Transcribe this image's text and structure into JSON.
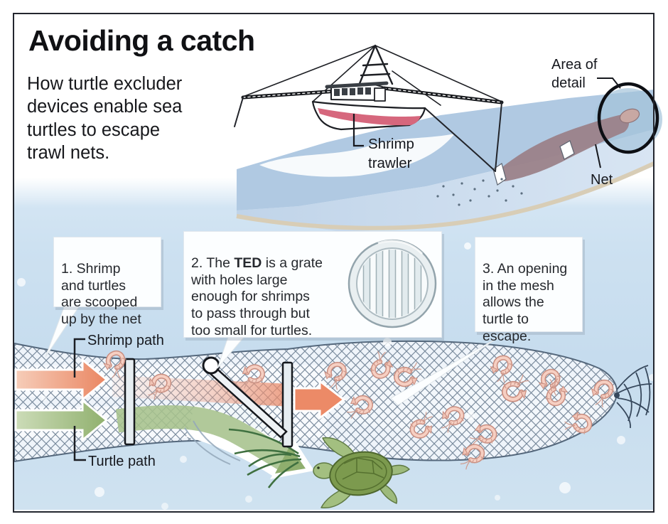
{
  "title": "Avoiding a catch",
  "subtitle": "How turtle excluder\ndevices enable sea\nturtles to escape\ntrawl nets.",
  "scene": {
    "shrimp_trawler": "Shrimp\ntrawler",
    "area_of_detail": "Area of\ndetail",
    "net": "Net",
    "shrimp_path": "Shrimp path",
    "turtle_path": "Turtle path"
  },
  "steps": [
    {
      "text": "1. Shrimp\nand turtles\nare scooped\nup by the net"
    },
    {
      "prefix": "2. The ",
      "bold": "TED",
      "suffix": " is a grate\nwith holes large\nenough for shrimps\nto pass through but\ntoo small for turtles."
    },
    {
      "text": "3. An opening\nin the mesh\nallows the\nturtle to\nescape."
    }
  ],
  "colors": {
    "shrimp_path_arrow": "#ec8a67",
    "turtle_path_arrow": "#93b171",
    "water_surface": "#b0c9e2",
    "water_deep": "#c6dcee",
    "net_mesh": "#5d7186",
    "trawl_net_cone": "#9b8289",
    "shrimp": "#f6cfc2",
    "turtle_shell": "#7c9a4e"
  }
}
